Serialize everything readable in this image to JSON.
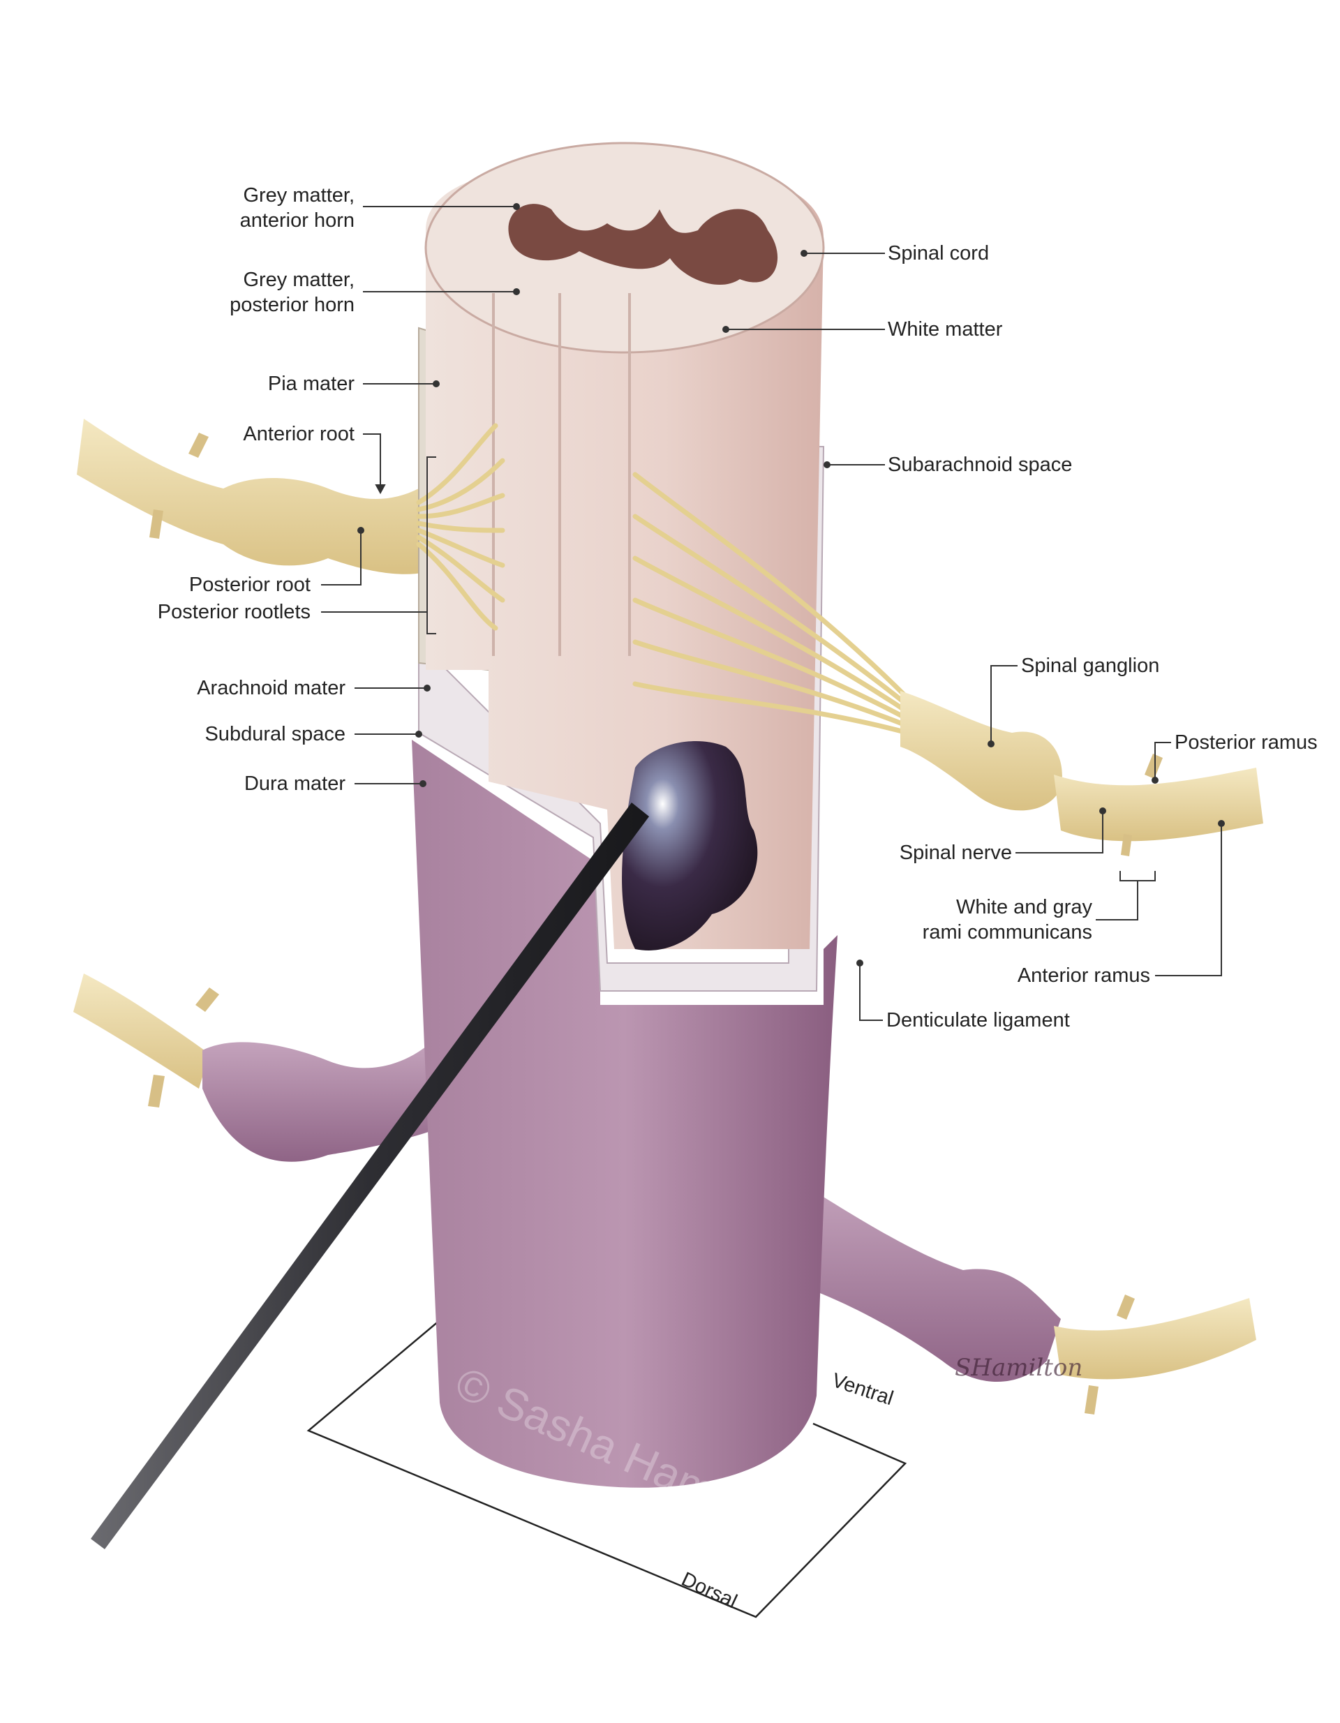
{
  "labels": {
    "grey_anterior_1": "Grey matter,",
    "grey_anterior_2": "anterior horn",
    "grey_posterior_1": "Grey matter,",
    "grey_posterior_2": "posterior horn",
    "pia_mater": "Pia mater",
    "anterior_root": "Anterior root",
    "posterior_root": "Posterior root",
    "posterior_rootlets": "Posterior rootlets",
    "arachnoid_mater": "Arachnoid mater",
    "subdural_space": "Subdural space",
    "dura_mater": "Dura mater",
    "spinal_cord": "Spinal cord",
    "white_matter": "White matter",
    "subarachnoid_space": "Subarachnoid space",
    "spinal_ganglion": "Spinal ganglion",
    "posterior_ramus": "Posterior ramus",
    "spinal_nerve": "Spinal nerve",
    "rami_1": "White and gray",
    "rami_2": "rami communicans",
    "anterior_ramus": "Anterior ramus",
    "denticulate_ligament": "Denticulate ligament"
  },
  "orientation": {
    "ventral": "Ventral",
    "dorsal": "Dorsal"
  },
  "watermark": "© Sasha Hamilton",
  "signature": "SHamilton",
  "colors": {
    "dura": "#9c6f91",
    "dura_light": "#c9a6bd",
    "cord": "#e8cdc6",
    "grey_matter": "#7a4a42",
    "nerve": "#e8d6a2",
    "probe": "#3a3a3e",
    "leader": "#333333"
  }
}
